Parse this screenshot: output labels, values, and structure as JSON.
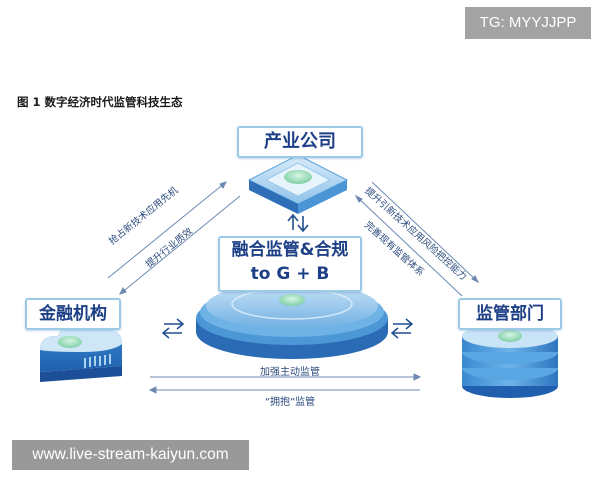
{
  "watermark": "TG: MYYJJPP",
  "figure_title": "图 1   数字经济时代监管科技生态",
  "nodes": {
    "industry": "产业公司",
    "finance": "金融机构",
    "regulator": "监管部门",
    "core_line1": "融合监管&合规",
    "core_line2": "to G + B"
  },
  "edges": {
    "finance_top": "抢占新技术应用先机",
    "finance_bottom": "提升行业质效",
    "regulator_top": "提升引新技术应用风险把控能力",
    "regulator_bottom": "完善现有监管体系",
    "strengthen": "加强主动监管",
    "embrace": "“拥抱”监管"
  },
  "footer_site": "www.live-stream-kaiyun.com",
  "colors": {
    "label_border": "#9cc9e5",
    "label_text": "#1c3f86",
    "platform": "#4a98d4",
    "accent_green": "#7fd4a8"
  }
}
